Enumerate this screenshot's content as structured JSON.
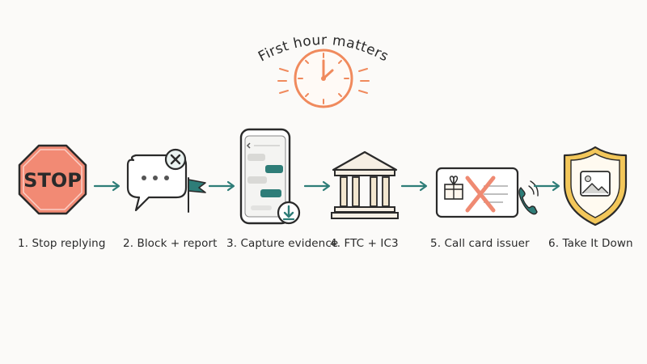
{
  "header": {
    "title": "First hour matters"
  },
  "steps": [
    {
      "label": "1. Stop replying",
      "icon": "stop-sign-icon",
      "sign_text": "STOP"
    },
    {
      "label": "2. Block + report",
      "icon": "chat-block-flag-icon"
    },
    {
      "label": "3. Capture evidence",
      "icon": "phone-download-icon"
    },
    {
      "label": "4. FTC + IC3",
      "icon": "government-building-icon"
    },
    {
      "label": "5. Call card issuer",
      "icon": "gift-card-cancel-icon"
    },
    {
      "label": "6. Take It Down",
      "icon": "shield-image-icon"
    }
  ],
  "colors": {
    "stop_red": "#ef8a72",
    "accent_orange": "#f08a5d",
    "teal": "#2e7d78",
    "gold": "#e7b84c",
    "ink": "#2a2a2a"
  }
}
